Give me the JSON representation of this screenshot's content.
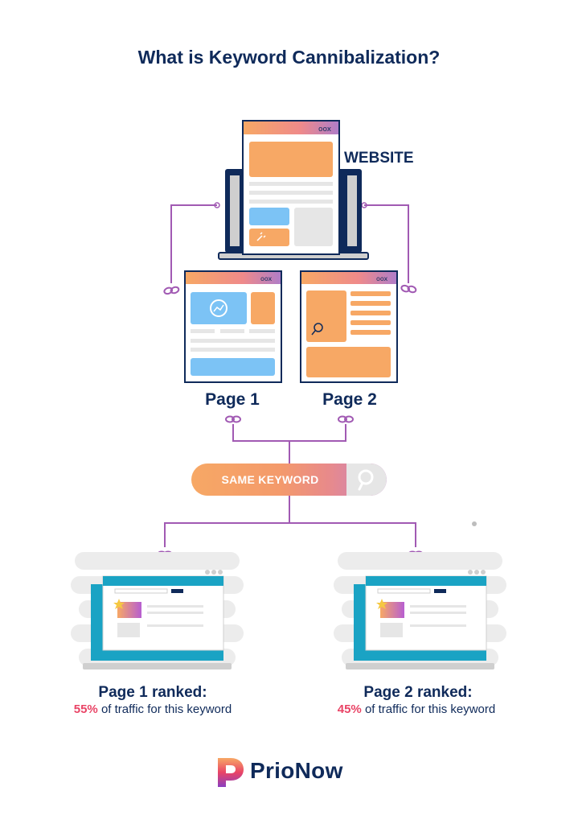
{
  "title": "What is Keyword Cannibalization?",
  "website": {
    "label": "WEBSITE"
  },
  "pages": [
    {
      "label": "Page 1"
    },
    {
      "label": "Page 2"
    }
  ],
  "keyword_bar": {
    "label": "SAME KEYWORD",
    "icon": "search-icon"
  },
  "rankings": [
    {
      "title": "Page 1 ranked:",
      "percent": "55%",
      "suffix": " of traffic for this keyword"
    },
    {
      "title": "Page 2 ranked:",
      "percent": "45%",
      "suffix": " of traffic for this keyword"
    }
  ],
  "window_controls": "oox",
  "brand": {
    "name": "PrioNow"
  },
  "colors": {
    "navy": "#0f2a5a",
    "orange": "#f7a865",
    "blue": "#7cc3f5",
    "purple": "#a15ab3",
    "pink": "#e94466",
    "teal": "#1aa3c4"
  }
}
